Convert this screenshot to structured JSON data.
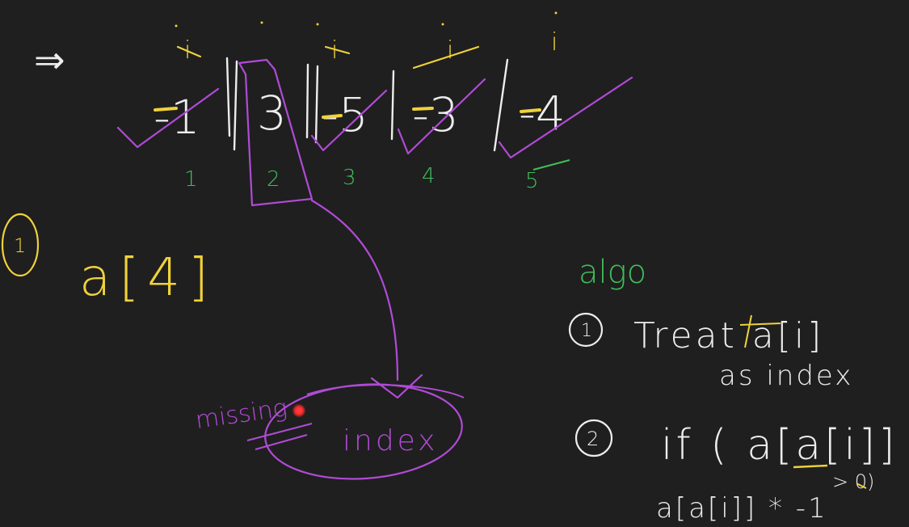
{
  "colors": {
    "background": "#1f1f1f",
    "white_ink": "#ededed",
    "yellow_ink": "#f0d23a",
    "purple_ink": "#b04bd6",
    "green_ink": "#3fbf5a",
    "laser": "#ff3030"
  },
  "implies_symbol": "⇒",
  "pointer_labels": [
    "i",
    "i",
    "i",
    "i"
  ],
  "array_values": [
    "-1",
    "3",
    "-5",
    "-3",
    "-4"
  ],
  "indices": [
    "1",
    "2",
    "3",
    "4",
    "5"
  ],
  "note1": {
    "number": "1",
    "expr": "a[4]"
  },
  "missing_note": {
    "word": "missing",
    "word2": "index"
  },
  "algo": {
    "title": "algo",
    "step1_number": "1",
    "step1_text": "Treat a[i]",
    "step1_text2": "as index",
    "step2_number": "2",
    "step2_text": "if ( a[a[i]]",
    "step2_cond": "> 0)",
    "step2_action": "a[a[i]] * -1"
  },
  "laser_pointer": "laser-dot"
}
